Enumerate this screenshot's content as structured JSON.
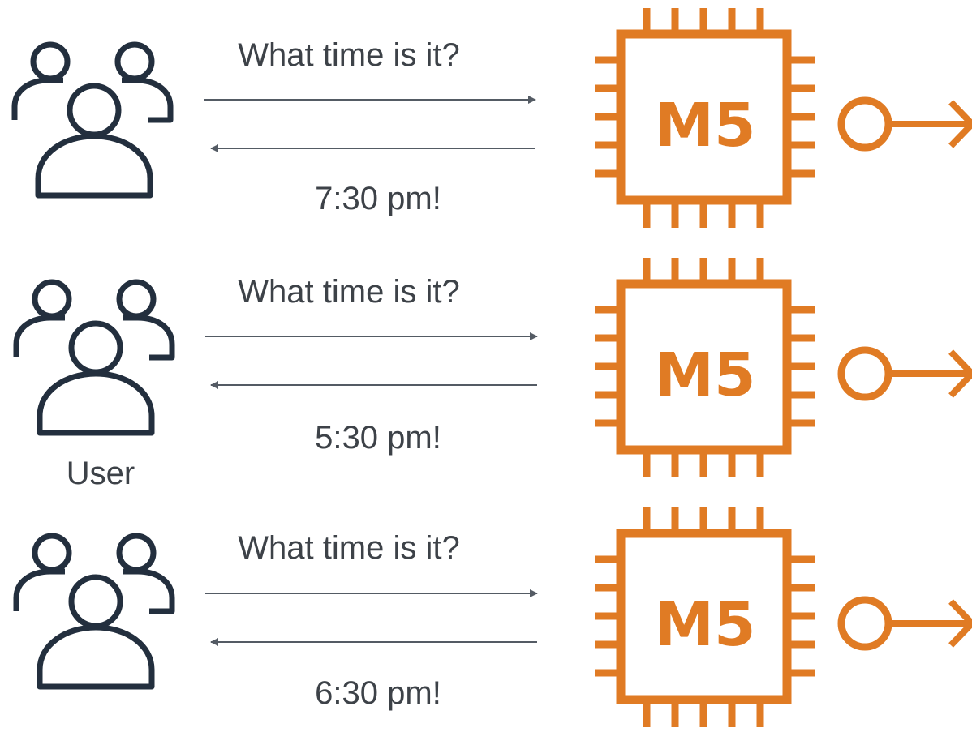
{
  "colors": {
    "user_icon": "#232f3e",
    "text": "#3d4248",
    "arrow": "#545b64",
    "instance": "#e07b24"
  },
  "rows": [
    {
      "user_icon": "users-icon",
      "request": "What time is it?",
      "response": "7:30 pm!",
      "instance_label": "M5",
      "instance_icon": "cpu-chip-icon",
      "connector_icon": "circle-arrow-icon"
    },
    {
      "user_icon": "users-icon",
      "request": "What time is it?",
      "response": "5:30 pm!",
      "instance_label": "M5",
      "instance_icon": "cpu-chip-icon",
      "connector_icon": "circle-arrow-icon"
    },
    {
      "user_icon": "users-icon",
      "request": "What time is it?",
      "response": "6:30 pm!",
      "instance_label": "M5",
      "instance_icon": "cpu-chip-icon",
      "connector_icon": "circle-arrow-icon"
    }
  ],
  "user_label": "User"
}
